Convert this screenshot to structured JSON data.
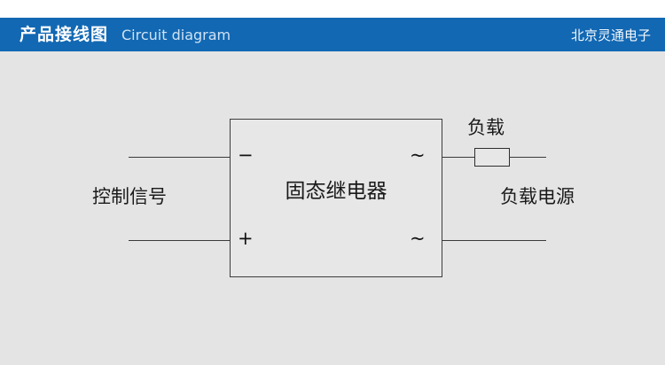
{
  "header": {
    "title_cn": "产品接线图",
    "title_en": "Circuit diagram",
    "brand": "北京灵通电子",
    "bar_color": "#1268b3",
    "title_color": "#ffffff",
    "subtitle_color": "#cfe2f3"
  },
  "page": {
    "background": "#e4e4e4",
    "top_strip_color": "#ffffff"
  },
  "diagram": {
    "relay": {
      "label": "固态继电器",
      "border_color": "#3d3d3d",
      "fill_color": "#e7e7e7"
    },
    "terminals": [
      {
        "name": "dc-negative",
        "symbol": "−",
        "side": "left",
        "position": "top"
      },
      {
        "name": "dc-positive",
        "symbol": "+",
        "side": "left",
        "position": "bottom"
      },
      {
        "name": "ac-top",
        "symbol": "~",
        "side": "right",
        "position": "top"
      },
      {
        "name": "ac-bottom",
        "symbol": "~",
        "side": "right",
        "position": "bottom"
      }
    ],
    "labels": {
      "control_signal": "控制信号",
      "load": "负载",
      "load_power": "负载电源"
    },
    "load_component": {
      "name": "load-resistor",
      "border_color": "#2e2e2e",
      "fill_color": "#e7e7e7"
    },
    "wire_color": "#3a3a3a"
  }
}
